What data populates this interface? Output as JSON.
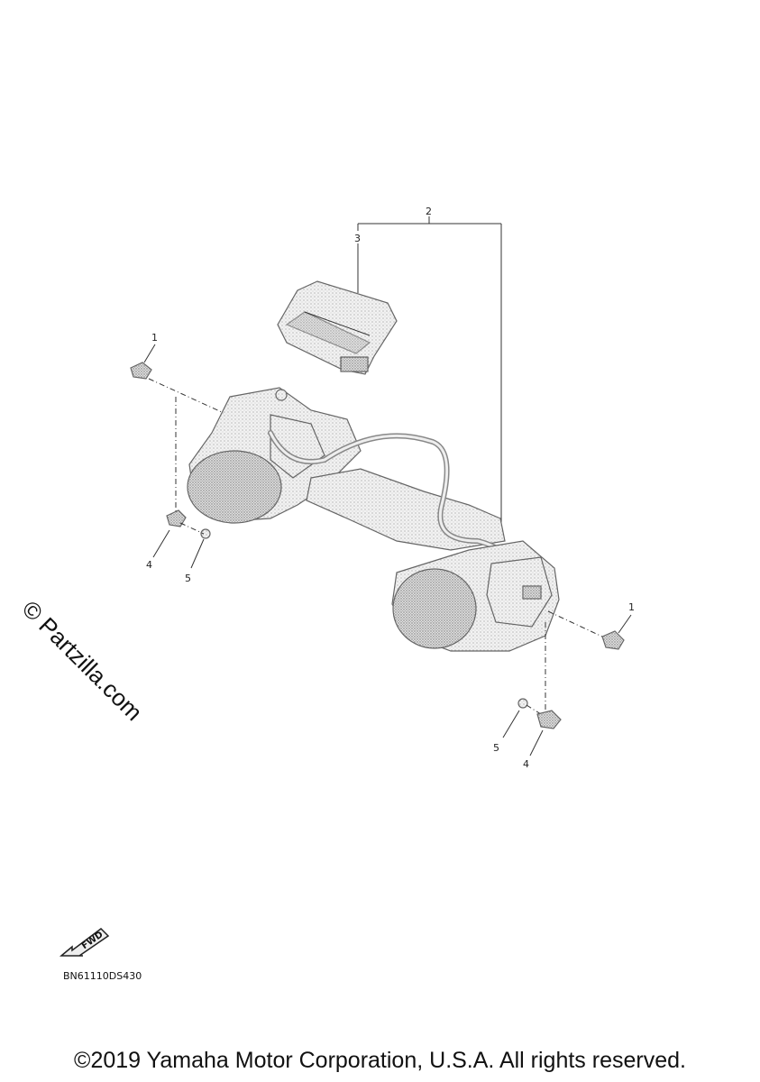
{
  "callouts": {
    "c1_top": "1",
    "c2": "2",
    "c3": "3",
    "c4_left": "4",
    "c5_left": "5",
    "c1_right": "1",
    "c5_right": "5",
    "c4_right": "4"
  },
  "watermark": "© Partzilla.com",
  "fwd_label": "FWD",
  "diagram_code": "BN61110DS430",
  "copyright": "©2019 Yamaha Motor Corporation, U.S.A. All rights reserved."
}
